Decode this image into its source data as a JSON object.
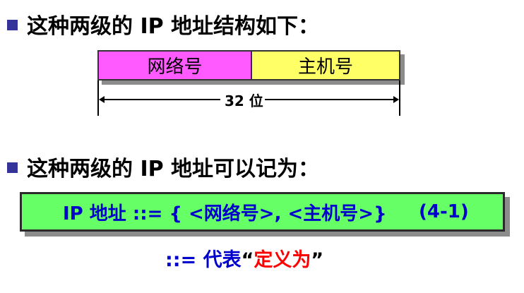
{
  "slide": {
    "bullet1": "这种两级的 IP 地址结构如下：",
    "bullet2": "这种两级的 IP 地址可以记为：",
    "diagram": {
      "network_field": "网络号",
      "host_field": "主机号",
      "length_label": "32 位",
      "colors": {
        "network": "#ff5aff",
        "host": "#ffff66"
      }
    },
    "formula": {
      "expression": "IP 地址 ::= { <网络号>, <主机号>}",
      "number": "(4-1)",
      "background": "#66ff66",
      "text_color": "#0000cc"
    },
    "definition": {
      "symbol": "::=",
      "verb": " 代表",
      "open_quote": "“",
      "meaning": "定义为",
      "close_quote": "”"
    },
    "bullet_color": "#33339a"
  }
}
